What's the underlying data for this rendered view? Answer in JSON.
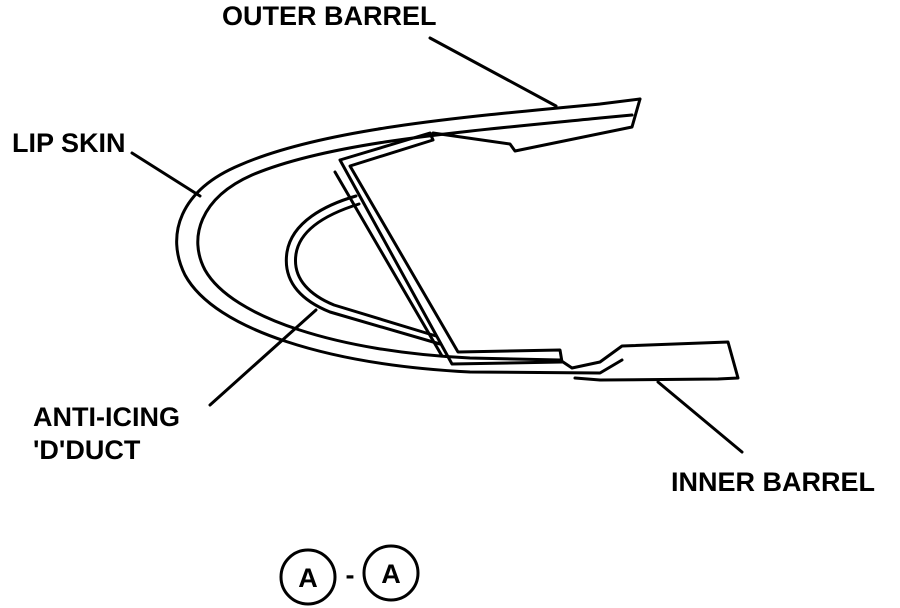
{
  "labels": {
    "outer_barrel": "OUTER BARREL",
    "lip_skin": "LIP SKIN",
    "anti_icing_line1": "ANTI-ICING",
    "anti_icing_line2": "'D'DUCT",
    "inner_barrel": "INNER BARREL"
  },
  "section_view": {
    "left_letter": "A",
    "separator": "-",
    "right_letter": "A"
  }
}
